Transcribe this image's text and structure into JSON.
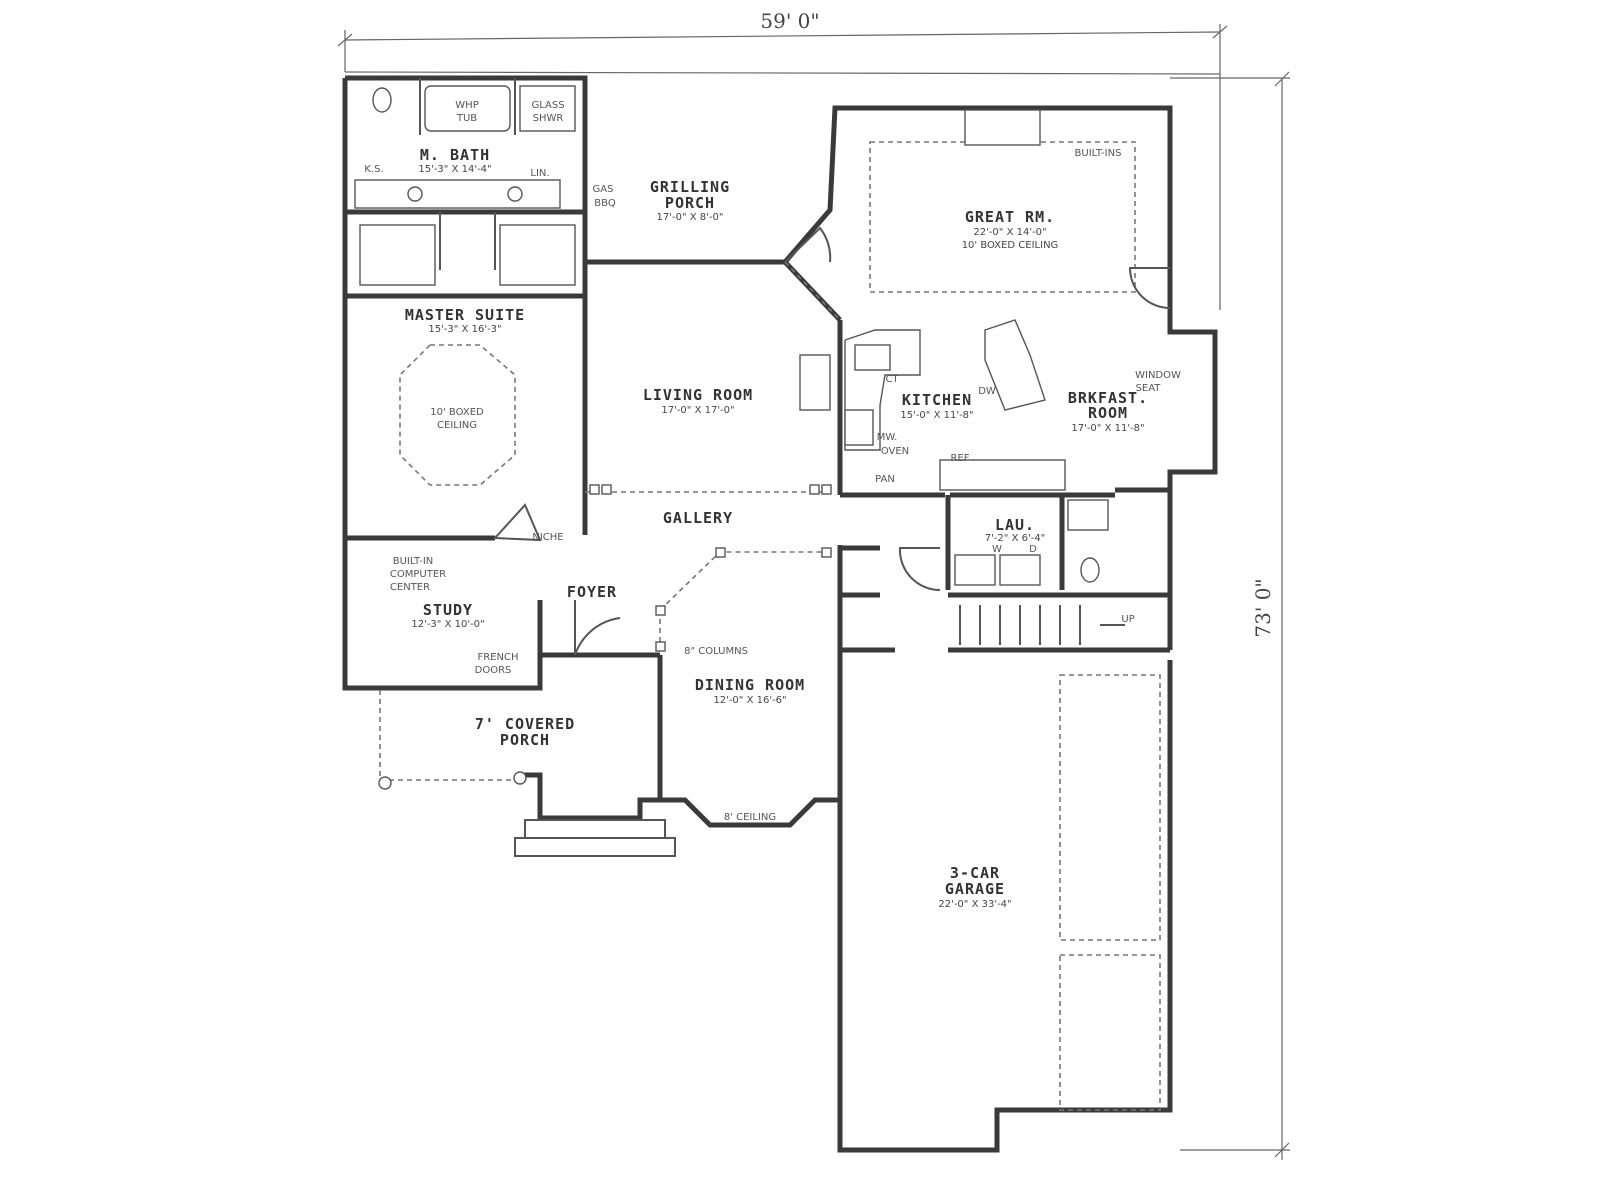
{
  "overall": {
    "width": "59' 0\"",
    "depth": "73' 0\""
  },
  "rooms": {
    "m_bath": {
      "name": "M. BATH",
      "dim": "15'-3\" X 14'-4\""
    },
    "grilling": {
      "name1": "GRILLING",
      "name2": "PORCH",
      "dim": "17'-0\" X 8'-0\""
    },
    "great_rm": {
      "name": "GREAT RM.",
      "dim": "22'-0\" X 14'-0\"",
      "ceiling": "10' BOXED CEILING"
    },
    "master": {
      "name": "MASTER SUITE",
      "dim": "15'-3\" X 16'-3\"",
      "ceiling1": "10' BOXED",
      "ceiling2": "CEILING"
    },
    "living": {
      "name": "LIVING ROOM",
      "dim": "17'-0\" X 17'-0\""
    },
    "kitchen": {
      "name": "KITCHEN",
      "dim": "15'-0\" X 11'-8\""
    },
    "brkfast": {
      "name1": "BRKFAST.",
      "name2": "ROOM",
      "dim": "17'-0\" X 11'-8\""
    },
    "gallery": {
      "name": "GALLERY"
    },
    "lau": {
      "name": "LAU.",
      "dim": "7'-2\" X 6'-4\""
    },
    "foyer": {
      "name": "FOYER"
    },
    "study": {
      "name": "STUDY",
      "dim": "12'-3\" X 10'-0\""
    },
    "dining": {
      "name": "DINING ROOM",
      "dim": "12'-0\" X 16'-6\""
    },
    "porch": {
      "name1": "7' COVERED",
      "name2": "PORCH"
    },
    "garage": {
      "name1": "3-CAR",
      "name2": "GARAGE",
      "dim": "22'-0\" X 33'-4\""
    }
  },
  "labels": {
    "whp_tub1": "WHP",
    "whp_tub2": "TUB",
    "glass_shwr1": "GLASS",
    "glass_shwr2": "SHWR",
    "ks": "K.S.",
    "lin": "LIN.",
    "gas1": "GAS",
    "gas2": "BBQ",
    "built_ins": "BUILT-INS",
    "ct": "CT",
    "dw": "DW",
    "mw1": "MW.",
    "mw2": "OVEN",
    "pan": "PAN",
    "ref": "REF",
    "window1": "WINDOW",
    "window2": "SEAT",
    "niche": "NICHE",
    "builtin1": "BUILT-IN",
    "builtin2": "COMPUTER",
    "builtin3": "CENTER",
    "french1": "FRENCH",
    "french2": "DOORS",
    "columns": "8\" COLUMNS",
    "ceiling8": "8' CEILING",
    "up": "UP",
    "w": "W",
    "d": "D"
  }
}
